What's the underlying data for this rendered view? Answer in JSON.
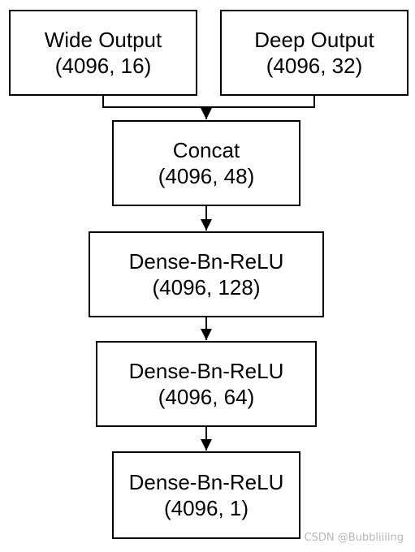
{
  "nodes": {
    "wide": {
      "name": "Wide Output",
      "shape": "(4096, 16)"
    },
    "deep": {
      "name": "Deep Output",
      "shape": "(4096, 32)"
    },
    "concat": {
      "name": "Concat",
      "shape": "(4096, 48)"
    },
    "dense1": {
      "name": "Dense-Bn-ReLU",
      "shape": "(4096, 128)"
    },
    "dense2": {
      "name": "Dense-Bn-ReLU",
      "shape": "(4096, 64)"
    },
    "dense3": {
      "name": "Dense-Bn-ReLU",
      "shape": "(4096, 1)"
    }
  },
  "watermark": "CSDN @Bubbliiiing",
  "colors": {
    "stroke": "#000000",
    "background": "#ffffff",
    "watermark": "#b8b8b8"
  }
}
